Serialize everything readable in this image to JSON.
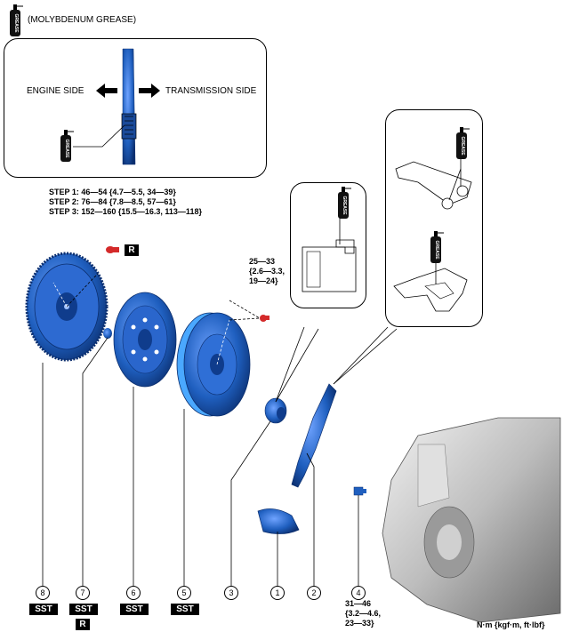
{
  "legend": {
    "grease_label": "(MOLYBDENUM GREASE)",
    "can_text": "GREASE"
  },
  "inset_top": {
    "engine_side": "ENGINE SIDE",
    "transmission_side": "TRANSMISSION SIDE"
  },
  "torque_flywheel": {
    "step1": "STEP 1: 46—54 {4.7—5.5, 34—39}",
    "step2": "STEP 2: 76—84 {7.8—8.5, 57—61}",
    "step3": "STEP 3: 152—160 {15.5—16.3, 113—118}",
    "replace_mark": "R"
  },
  "torque_cover": {
    "line1": "25—33",
    "line2": "{2.6—3.3,",
    "line3": "19—24}"
  },
  "torque_pivot": {
    "line1": "31—46",
    "line2": "{3.2—4.6,",
    "line3": "23—33}"
  },
  "parts": [
    {
      "num": "8",
      "sst": "SST",
      "r": ""
    },
    {
      "num": "7",
      "sst": "SST",
      "r": "R"
    },
    {
      "num": "6",
      "sst": "SST",
      "r": ""
    },
    {
      "num": "5",
      "sst": "SST",
      "r": ""
    },
    {
      "num": "3",
      "sst": "",
      "r": ""
    },
    {
      "num": "1",
      "sst": "",
      "r": ""
    },
    {
      "num": "2",
      "sst": "",
      "r": ""
    },
    {
      "num": "4",
      "sst": "",
      "r": ""
    }
  ],
  "units": "N·m {kgf·m, ft·lbf}",
  "colors": {
    "part_blue": "#1f5fbf",
    "bolt_red": "#d42a2a",
    "housing_gray": "#bfbfbf"
  }
}
